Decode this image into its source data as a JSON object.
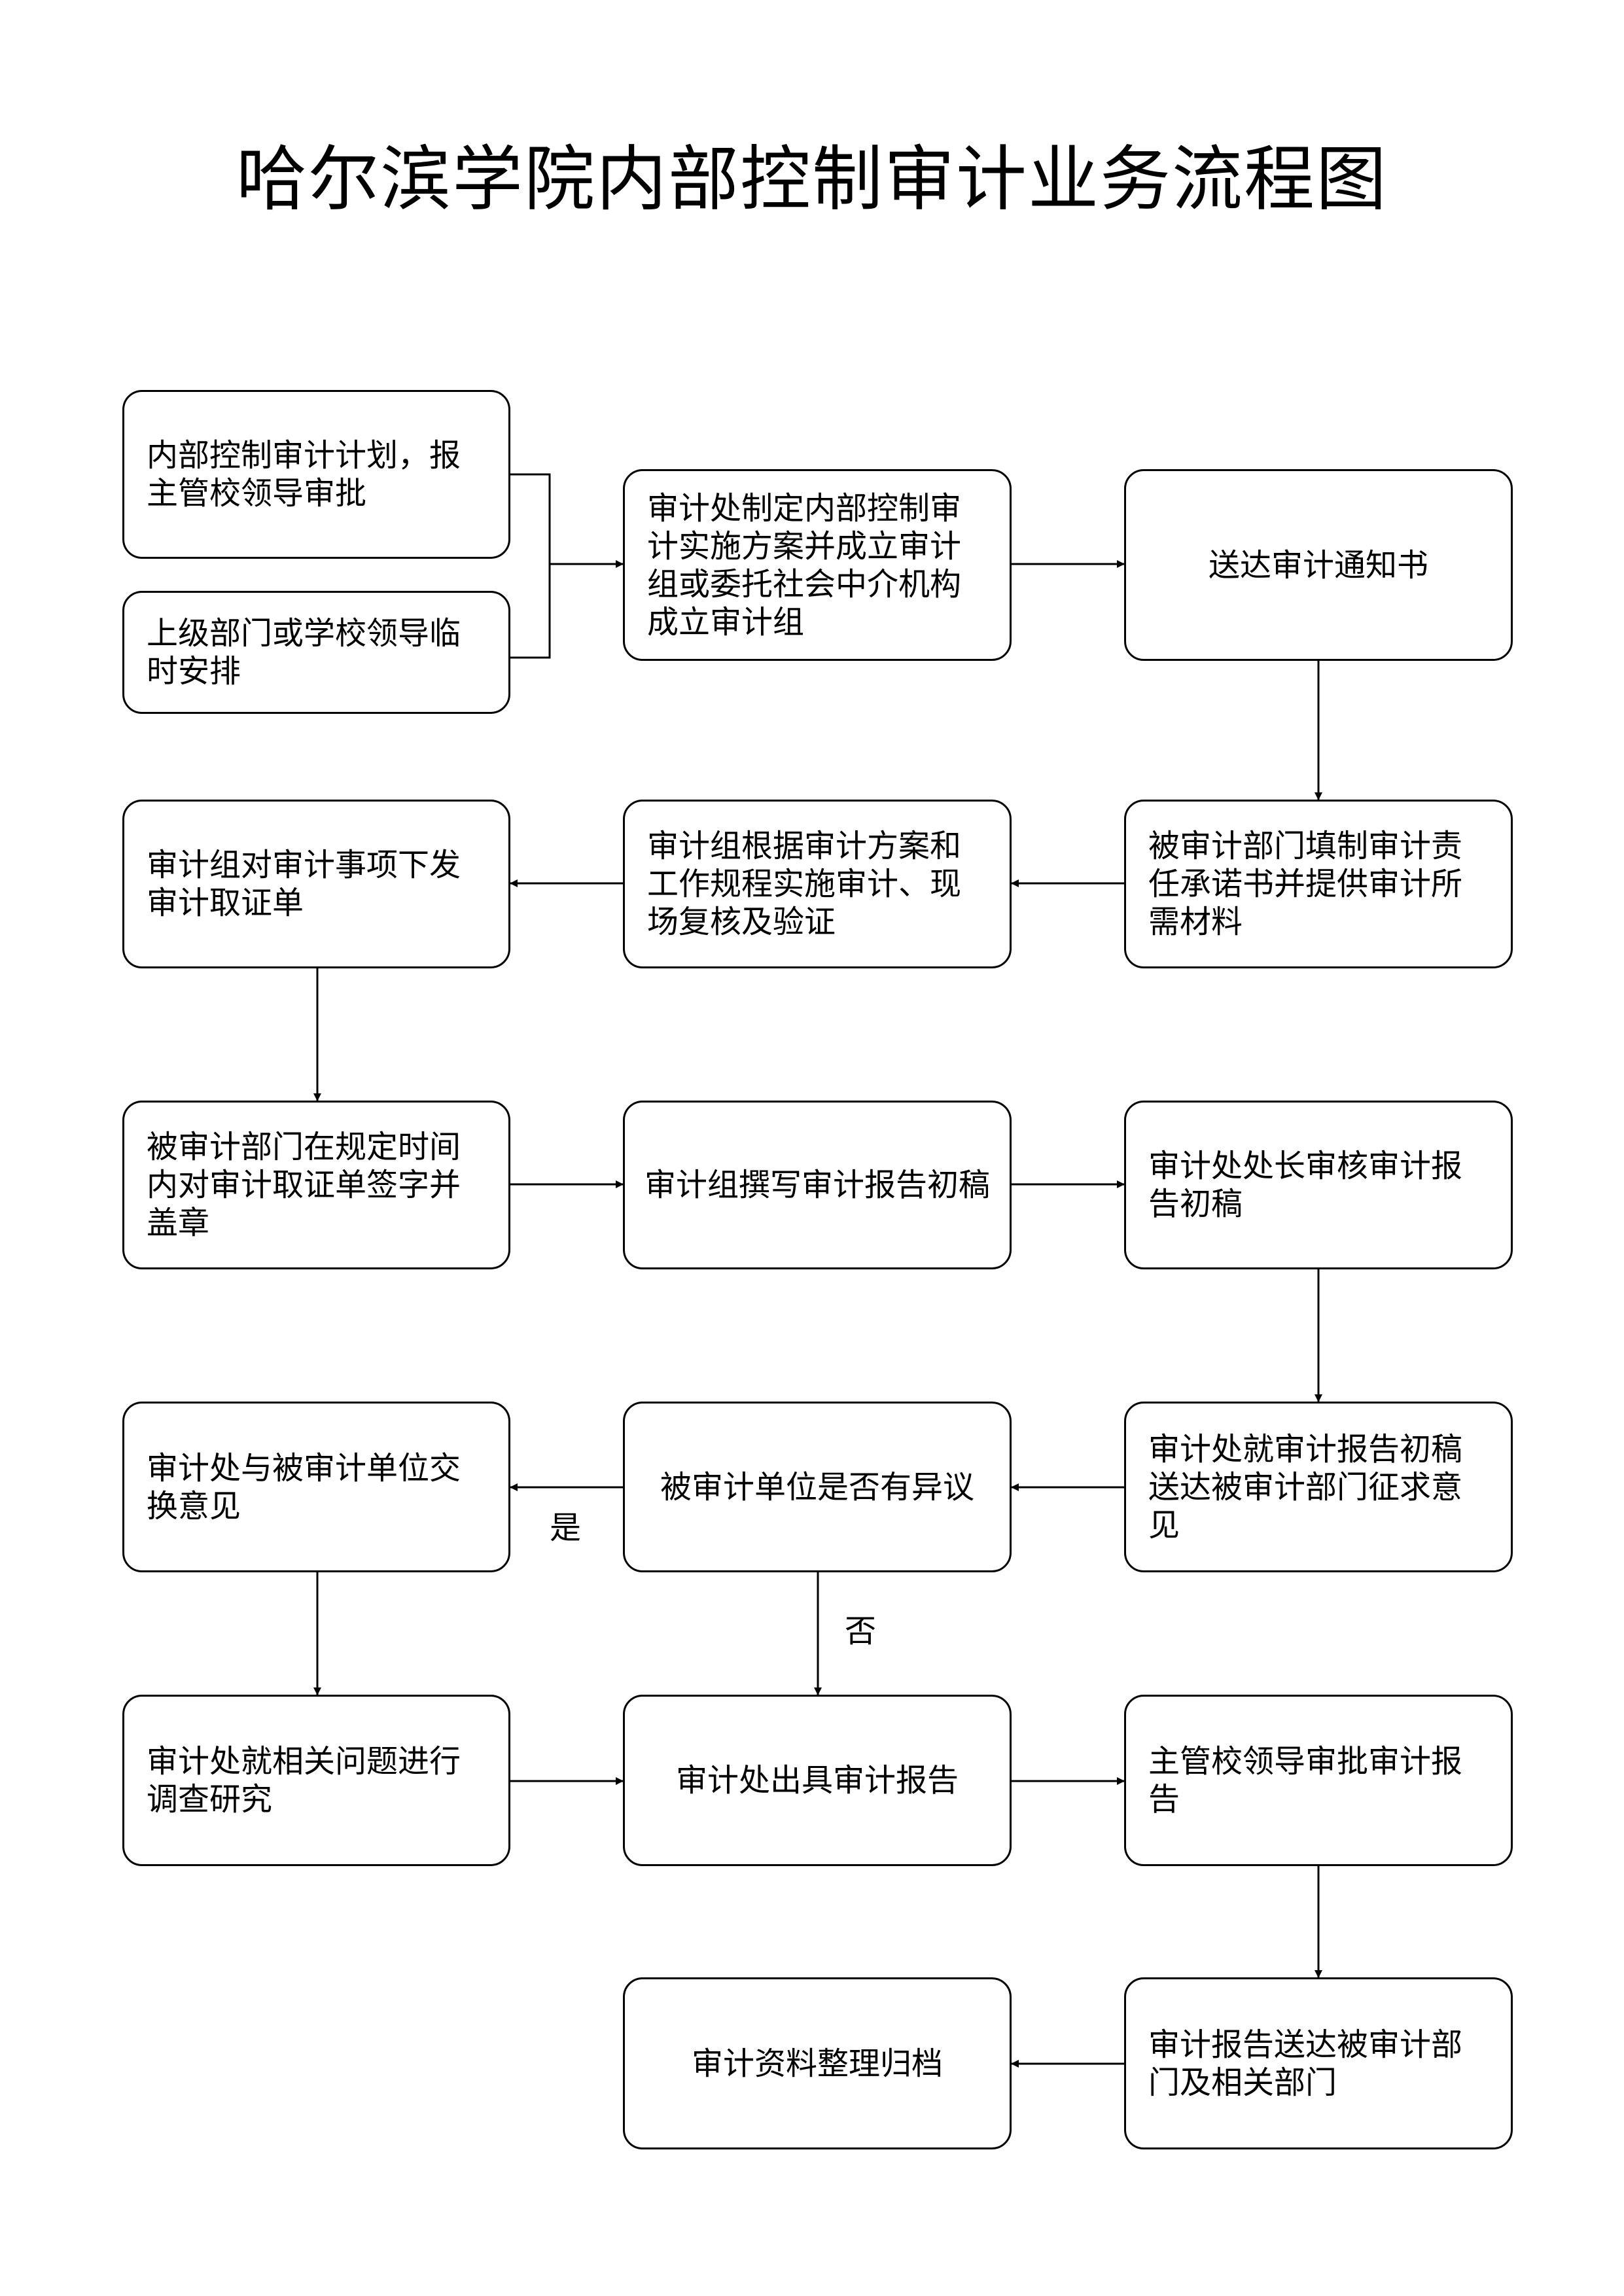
{
  "title": "哈尔滨学院内部控制审计业务流程图",
  "nodes": {
    "n1": "内部控制审计计划，报主管校领导审批",
    "n2": "上级部门或学校领导临时安排",
    "n3": "审计处制定内部控制审计实施方案并成立审计组或委托社会中介机构成立审计组",
    "n4": "送达审计通知书",
    "n5": "被审计部门填制审计责任承诺书并提供审计所需材料",
    "n6": "审计组根据审计方案和工作规程实施审计、现场复核及验证",
    "n7": "审计组对审计事项下发审计取证单",
    "n8": "被审计部门在规定时间内对审计取证单签字并盖章",
    "n9": "审计组撰写审计报告初稿",
    "n10": "审计处处长审核审计报告初稿",
    "n11": "审计处就审计报告初稿送达被审计部门征求意见",
    "n12": "被审计单位是否有异议",
    "n13": "审计处与被审计单位交换意见",
    "n14": "审计处就相关问题进行调查研究",
    "n15": "审计处出具审计报告",
    "n16": "主管校领导审批审计报告",
    "n17": "审计报告送达被审计部门及相关部门",
    "n18": "审计资料整理归档"
  },
  "labels": {
    "yes": "是",
    "no": "否"
  },
  "colors": {
    "stroke": "#000000",
    "fill": "#ffffff",
    "text": "#000000"
  }
}
